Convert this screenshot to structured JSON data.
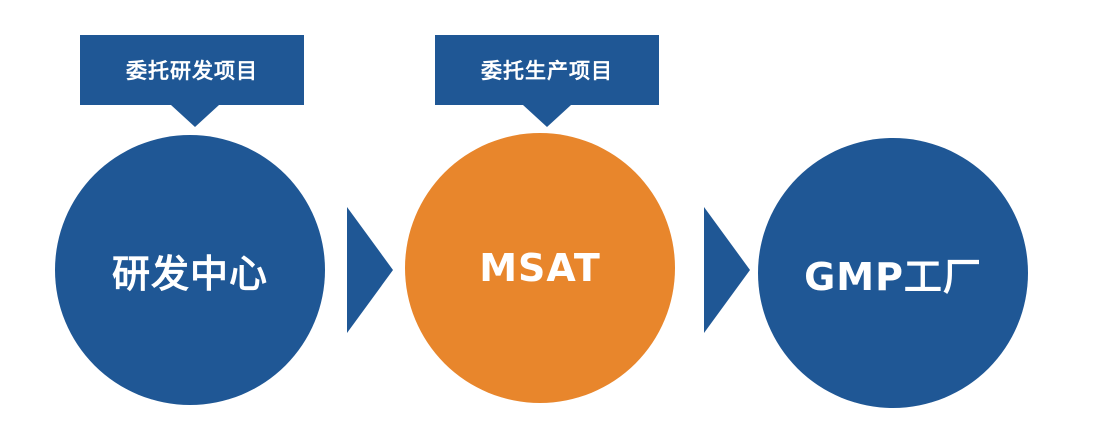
{
  "diagram": {
    "colors": {
      "blue": "#1F5795",
      "orange": "#E8862C",
      "text": "#FFFFFF",
      "background": "#FFFFFF"
    },
    "callouts": [
      {
        "label": "委托研发项目",
        "color": "blue"
      },
      {
        "label": "委托生产项目",
        "color": "blue"
      }
    ],
    "nodes": [
      {
        "label": "研发中心",
        "color": "blue"
      },
      {
        "label": "MSAT",
        "color": "orange"
      },
      {
        "label": "GMP工厂",
        "color": "blue"
      }
    ],
    "arrows": [
      {
        "color": "blue"
      },
      {
        "color": "blue"
      }
    ]
  }
}
